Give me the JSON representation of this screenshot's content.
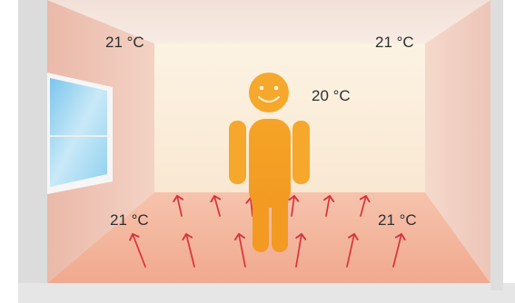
{
  "labels": {
    "top_left": "21 °C",
    "top_right": "21 °C",
    "person": "20 °C",
    "floor_left": "21 °C",
    "floor_right": "21 °C"
  },
  "colors": {
    "ceiling": "#f4e6df",
    "back_wall": "#fbf0dc",
    "side_walls": "#efc5b6",
    "floor": "#f2b299",
    "frame": "#dedede",
    "person": "#f5a22a",
    "arrows": "#d9333a",
    "window": "#8fd0ef"
  },
  "icons": [
    "window-icon",
    "person-icon",
    "heat-arrow-icon"
  ]
}
